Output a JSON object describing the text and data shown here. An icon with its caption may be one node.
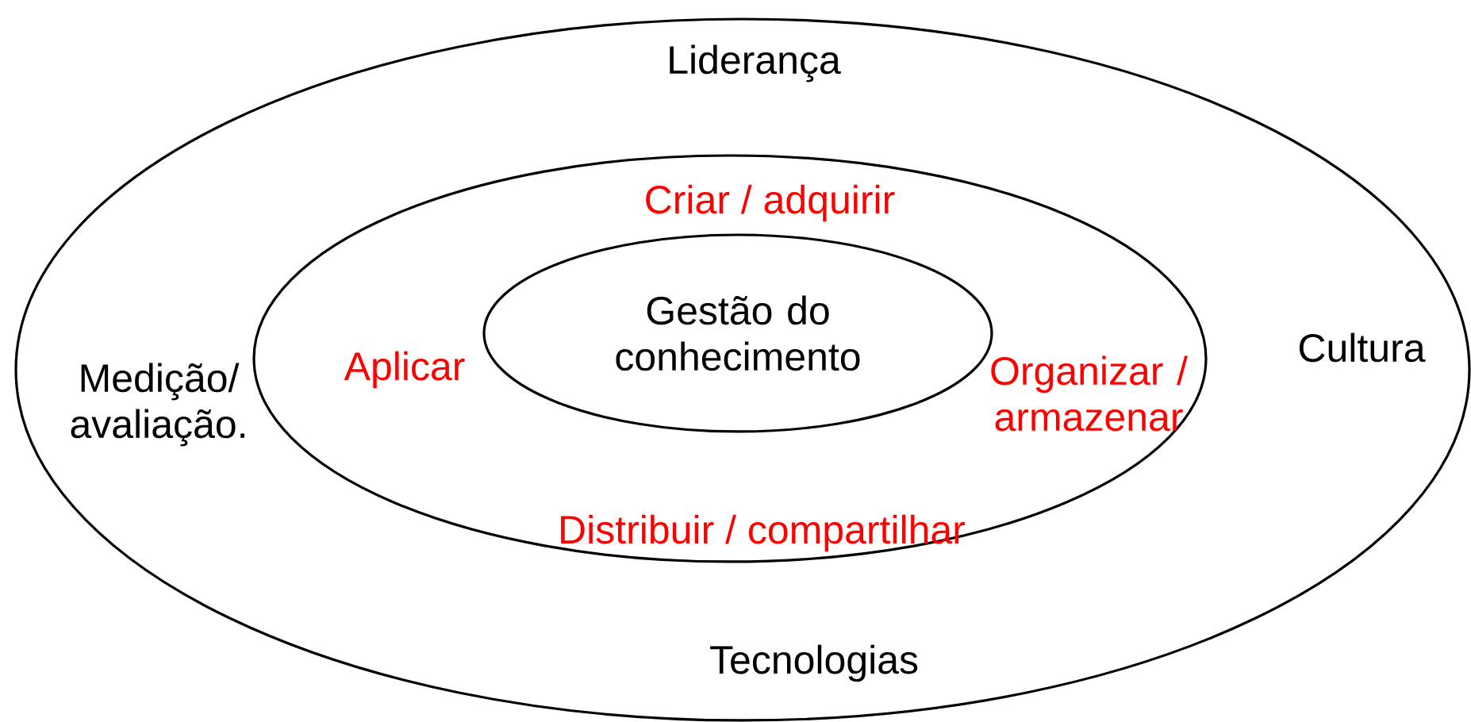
{
  "diagram": {
    "nodes": [
      {
        "text": [
          "Liderança",
          "Medição/ avaliação.",
          "Cultura",
          "Tecnologias"
        ]
      },
      {
        "text": [
          "Criar / adquirir",
          "Aplicar",
          "Organizar / armazenar",
          "Distribuir / compartilhar"
        ],
        "in": 0
      },
      {
        "text": [
          "Gestão do conhecimento"
        ],
        "in": 1
      }
    ]
  }
}
